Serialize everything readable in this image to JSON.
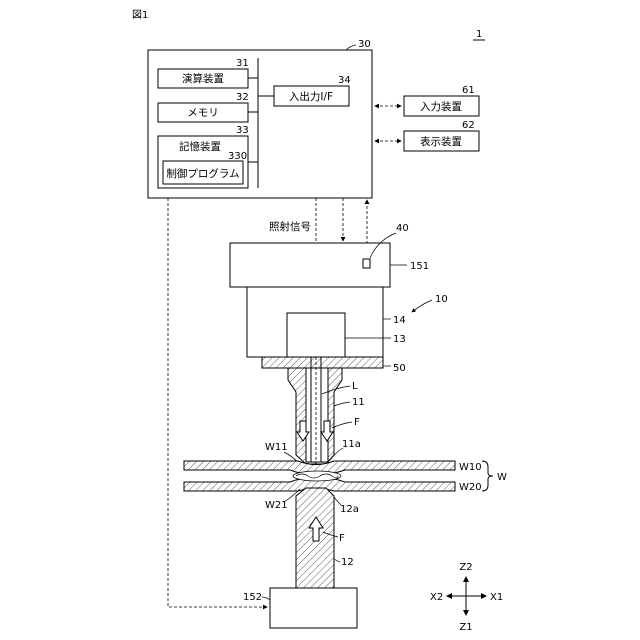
{
  "figure": {
    "label": "図1",
    "device_ref": "1"
  },
  "controller": {
    "ref": "30",
    "cpu": {
      "ref": "31",
      "label": "演算装置"
    },
    "memory": {
      "ref": "32",
      "label": "メモリ"
    },
    "storage": {
      "ref": "33",
      "label": "記憶装置"
    },
    "program": {
      "ref": "330",
      "label": "制御プログラム"
    },
    "io": {
      "ref": "34",
      "label": "入出力I/F"
    }
  },
  "input_device": {
    "ref": "61",
    "label": "入力装置"
  },
  "display_device": {
    "ref": "62",
    "label": "表示装置"
  },
  "signal": {
    "label": "照射信号"
  },
  "welding_device": {
    "ref": "10"
  },
  "sensor": {
    "ref": "40"
  },
  "upper_drive": {
    "ref": "151"
  },
  "head_housing": {
    "ref": "14"
  },
  "laser_unit": {
    "ref": "13"
  },
  "flange": {
    "ref": "50"
  },
  "laser_beam": {
    "ref": "L"
  },
  "upper_electrode": {
    "ref": "11",
    "tip_ref": "11a",
    "force_label": "F"
  },
  "workpiece": {
    "ref": "W",
    "upper_sheet": {
      "ref": "W10",
      "contact_ref": "W11"
    },
    "lower_sheet": {
      "ref": "W20",
      "contact_ref": "W21"
    }
  },
  "lower_electrode": {
    "ref": "12",
    "tip_ref": "12a",
    "force_label": "F"
  },
  "lower_drive": {
    "ref": "152"
  },
  "axes": {
    "z_up": "Z2",
    "z_down": "Z1",
    "x_left": "X2",
    "x_right": "X1"
  }
}
